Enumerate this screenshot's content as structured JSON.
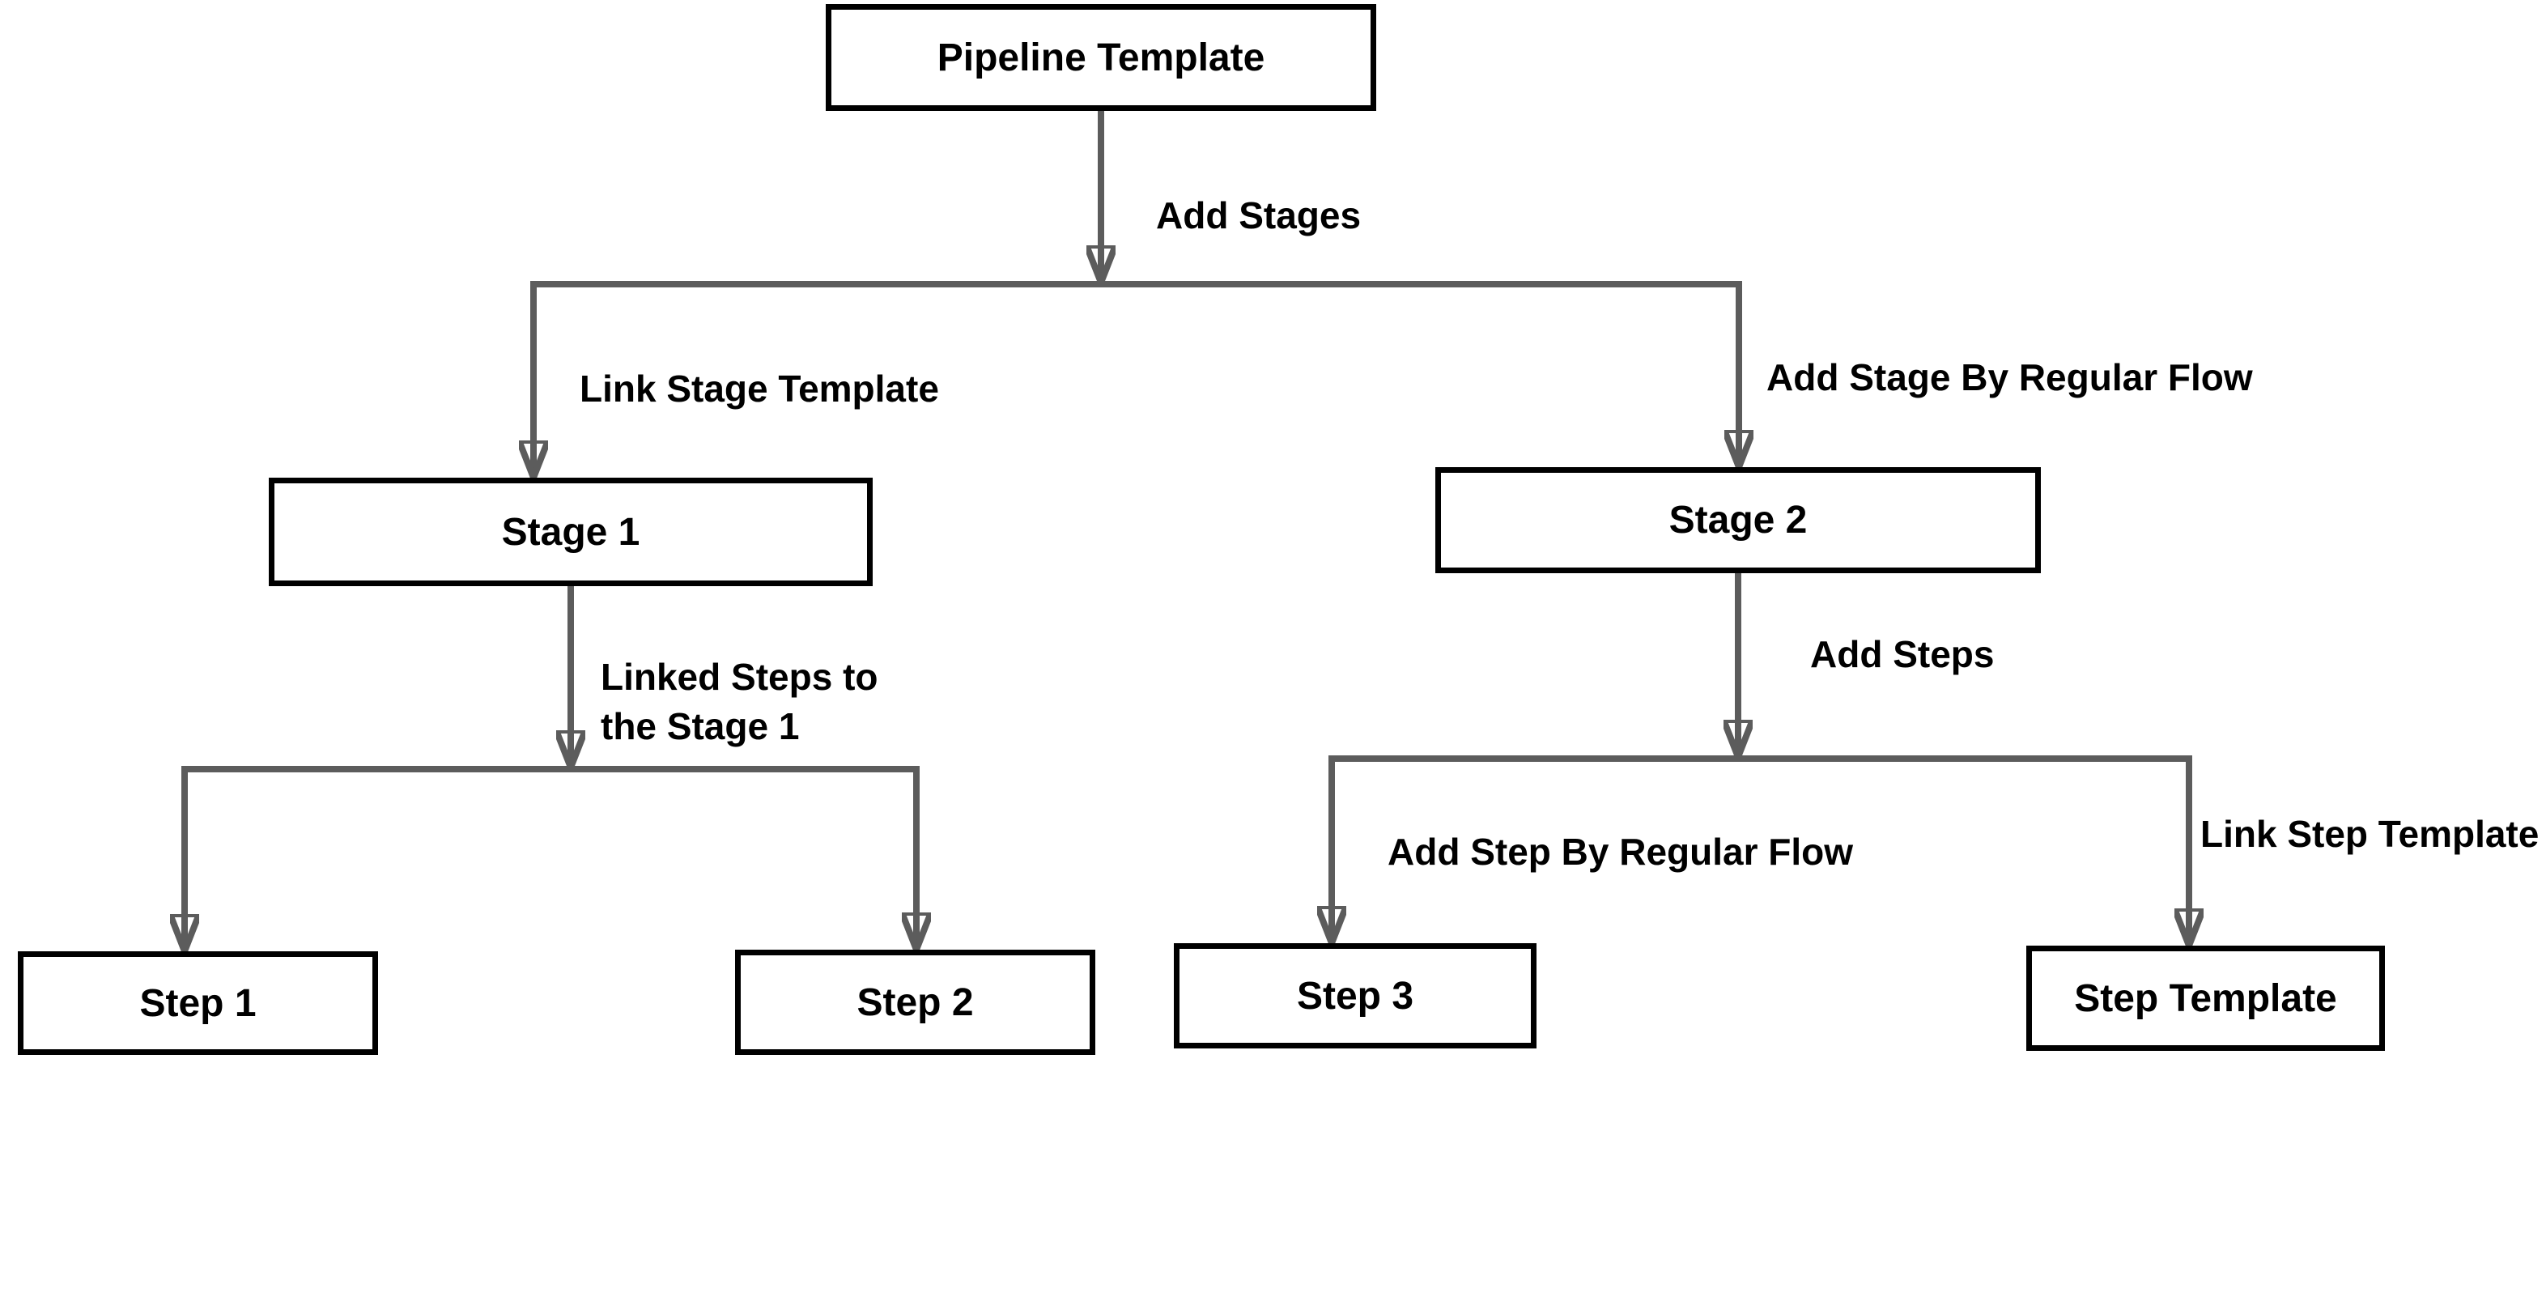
{
  "diagram": {
    "background_color": "#ffffff",
    "node_fill_color": "#ffffff",
    "node_border_color": "#000000",
    "node_text_color": "#000000",
    "edge_color": "#5c5c5c",
    "edge_label_color": "#000000",
    "nodes": [
      {
        "id": "pipeline-template",
        "label": "Pipeline Template"
      },
      {
        "id": "stage-1",
        "label": "Stage 1"
      },
      {
        "id": "stage-2",
        "label": "Stage 2"
      },
      {
        "id": "step-1",
        "label": "Step 1"
      },
      {
        "id": "step-2",
        "label": "Step 2"
      },
      {
        "id": "step-3",
        "label": "Step 3"
      },
      {
        "id": "step-template",
        "label": "Step Template"
      }
    ],
    "edge_labels": [
      {
        "id": "add-stages",
        "text": "Add Stages"
      },
      {
        "id": "link-stage-template",
        "text": "Link Stage Template"
      },
      {
        "id": "add-stage-by-regular-flow",
        "text": "Add Stage By Regular Flow"
      },
      {
        "id": "linked-steps-to-the-stage-1",
        "text": "Linked Steps to the Stage 1"
      },
      {
        "id": "add-steps",
        "text": "Add Steps"
      },
      {
        "id": "add-step-by-regular-flow",
        "text": "Add Step By Regular Flow"
      },
      {
        "id": "link-step-template",
        "text": "Link Step Template"
      }
    ],
    "connections": [
      {
        "from": "pipeline-template",
        "to": [
          "stage-1",
          "stage-2"
        ],
        "trunk_label": "add-stages",
        "branch_labels": {
          "stage-1": "link-stage-template",
          "stage-2": "add-stage-by-regular-flow"
        }
      },
      {
        "from": "stage-1",
        "to": [
          "step-1",
          "step-2"
        ],
        "trunk_label": "linked-steps-to-the-stage-1"
      },
      {
        "from": "stage-2",
        "to": [
          "step-3",
          "step-template"
        ],
        "trunk_label": "add-steps",
        "branch_labels": {
          "step-3": "add-step-by-regular-flow",
          "step-template": "link-step-template"
        }
      }
    ]
  }
}
